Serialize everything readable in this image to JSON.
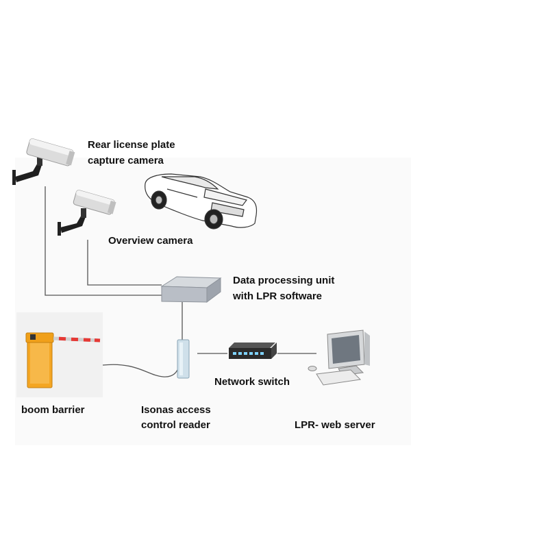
{
  "labels": {
    "rear_camera": [
      "Rear license plate",
      "capture camera"
    ],
    "overview_camera": "Overview camera",
    "processing_unit": [
      "Data processing unit",
      "with LPR software"
    ],
    "network_switch": "Network switch",
    "boom_barrier": "boom barrier",
    "access_reader": [
      "Isonas access",
      "control reader"
    ],
    "web_server": "LPR- web server"
  },
  "colors": {
    "line": "#555555",
    "barrier_body": "#f4a623",
    "barrier_arm_red": "#e53935",
    "camera_body": "#d9d9d9",
    "processing_unit": "#b9bec6",
    "reader": "#cfe0ea",
    "switch": "#2b2b2b",
    "monitor_screen": "#6f7780"
  },
  "icons": [
    "rear-camera-icon",
    "overview-camera-icon",
    "car-icon",
    "processing-unit-icon",
    "boom-barrier-icon",
    "access-reader-icon",
    "network-switch-icon",
    "web-server-icon"
  ]
}
